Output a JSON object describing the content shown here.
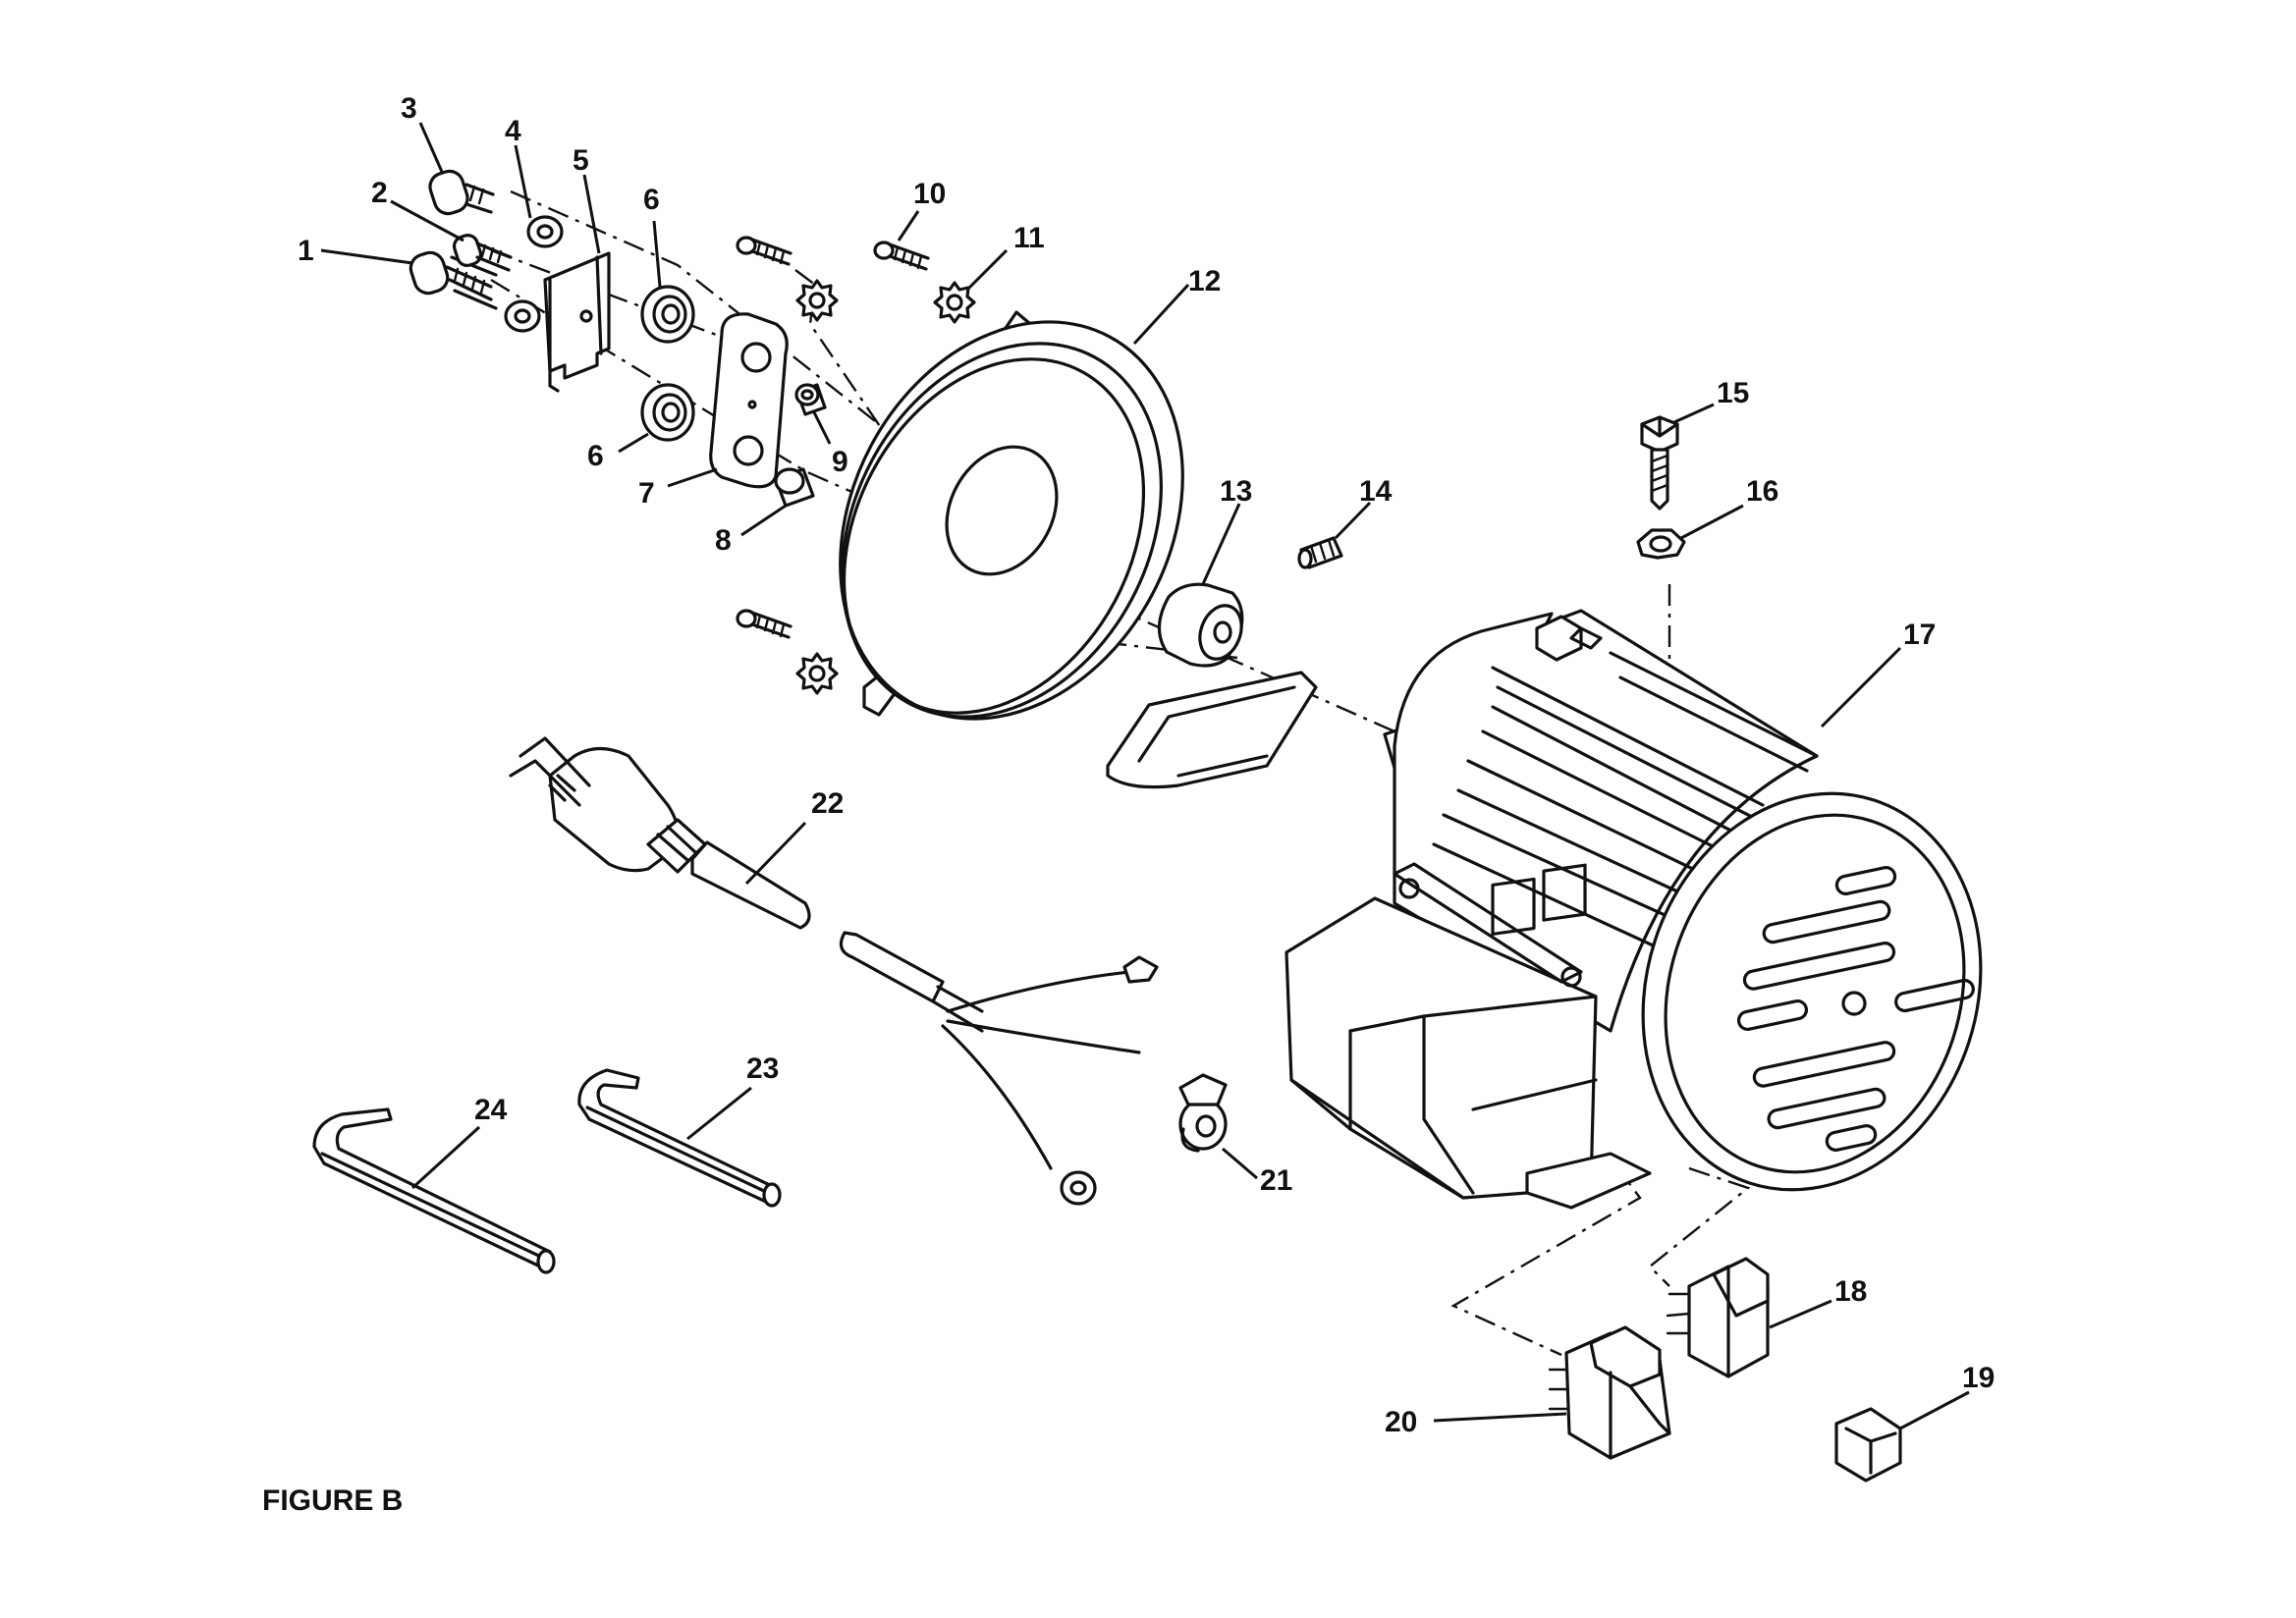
{
  "figure": {
    "caption": "FIGURE B"
  },
  "callouts": {
    "c1": "1",
    "c2": "2",
    "c3": "3",
    "c4": "4",
    "c5": "5",
    "c6a": "6",
    "c6b": "6",
    "c7": "7",
    "c8": "8",
    "c9": "9",
    "c10": "10",
    "c11": "11",
    "c12": "12",
    "c13": "13",
    "c14": "14",
    "c15": "15",
    "c16": "16",
    "c17": "17",
    "c18": "18",
    "c19": "19",
    "c20": "20",
    "c21": "21",
    "c22": "22",
    "c23": "23",
    "c24": "24"
  }
}
